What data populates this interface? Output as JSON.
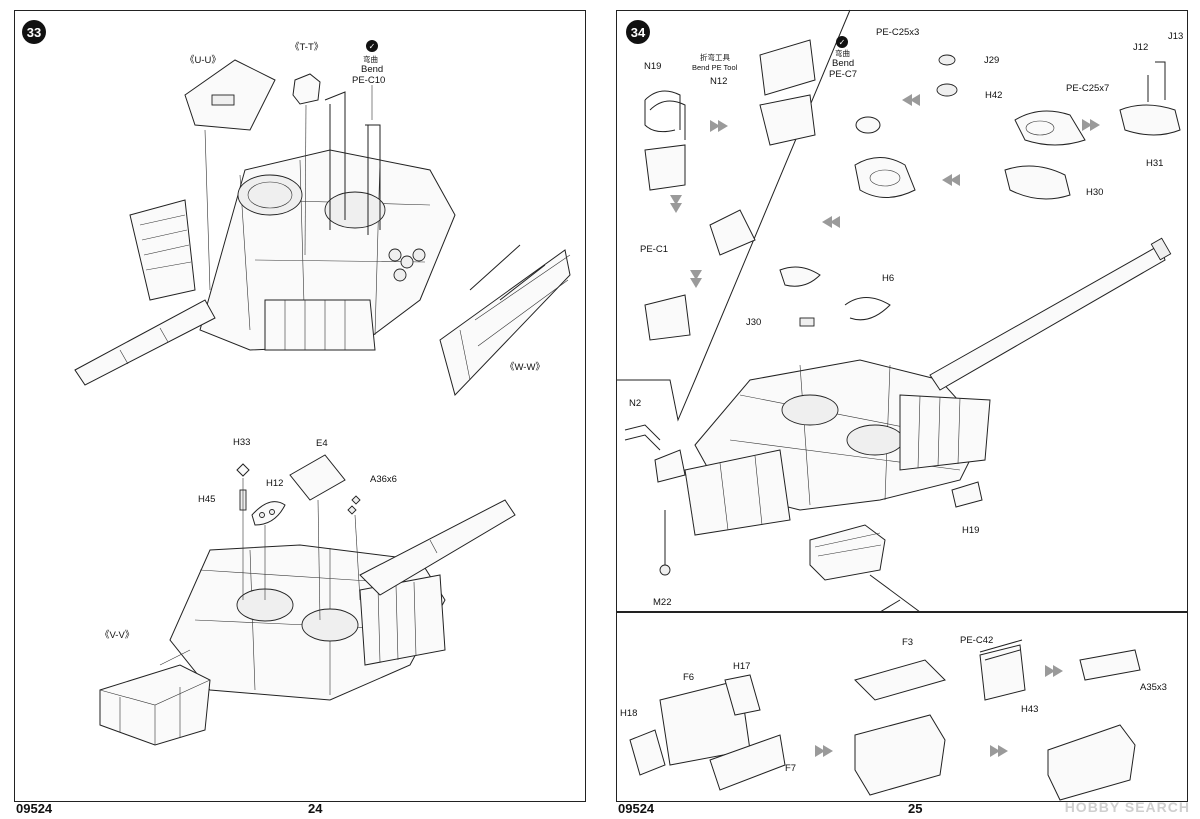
{
  "left_page": {
    "step_number": "33",
    "page_number": "24",
    "catalog_number": "09524",
    "labels": {
      "uu": "《U-U》",
      "tt": "《T-T》",
      "bend": "弯曲",
      "bend_en": "Bend",
      "pe_c10": "PE-C10",
      "ww": "《W-W》",
      "h33": "H33",
      "e4": "E4",
      "h45": "H45",
      "h12": "H12",
      "a36": "A36x6",
      "vv": "《V-V》"
    }
  },
  "right_page": {
    "step_number": "34",
    "page_number": "25",
    "catalog_number": "09524",
    "labels": {
      "n19": "N19",
      "tool_cn": "折弯工具",
      "tool_en": "Bend PE Tool",
      "n12": "N12",
      "bend": "弯曲",
      "bend_en": "Bend",
      "pe_c7": "PE-C7",
      "pe_c25x3": "PE-C25x3",
      "j29": "J29",
      "j13": "J13",
      "j12": "J12",
      "pe_c25x7": "PE-C25x7",
      "h42": "H42",
      "h31": "H31",
      "h30": "H30",
      "pe_c1": "PE-C1",
      "h6": "H6",
      "j30": "J30",
      "n2": "N2",
      "h19": "H19",
      "m22": "M22",
      "h17": "H17",
      "f6": "F6",
      "h18": "H18",
      "f7": "F7",
      "f3": "F3",
      "pe_c42": "PE-C42",
      "h43": "H43",
      "a35x3": "A35x3"
    }
  },
  "watermark": "HOBBY SEARCH"
}
